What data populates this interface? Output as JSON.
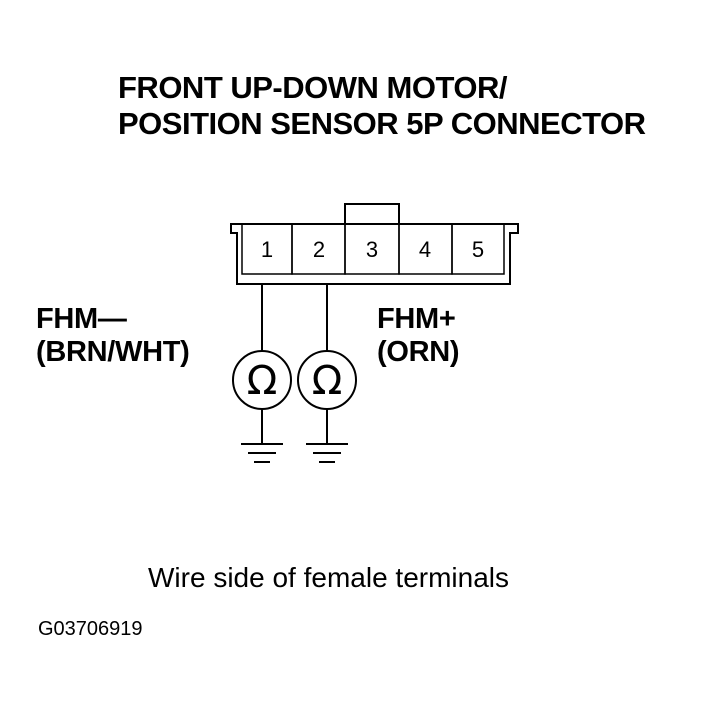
{
  "title": {
    "line1": "FRONT UP-DOWN MOTOR/",
    "line2": "POSITION SENSOR 5P CONNECTOR"
  },
  "connector": {
    "pins": [
      "1",
      "2",
      "3",
      "4",
      "5"
    ]
  },
  "left_probe": {
    "signal": "FHM—",
    "wire_color": "(BRN/WHT)",
    "meter_symbol": "Ω",
    "icon": "ohmmeter-icon"
  },
  "right_probe": {
    "signal": "FHM+",
    "wire_color": "(ORN)",
    "meter_symbol": "Ω",
    "icon": "ohmmeter-icon"
  },
  "caption": "Wire side of female terminals",
  "figure_code": "G03706919"
}
